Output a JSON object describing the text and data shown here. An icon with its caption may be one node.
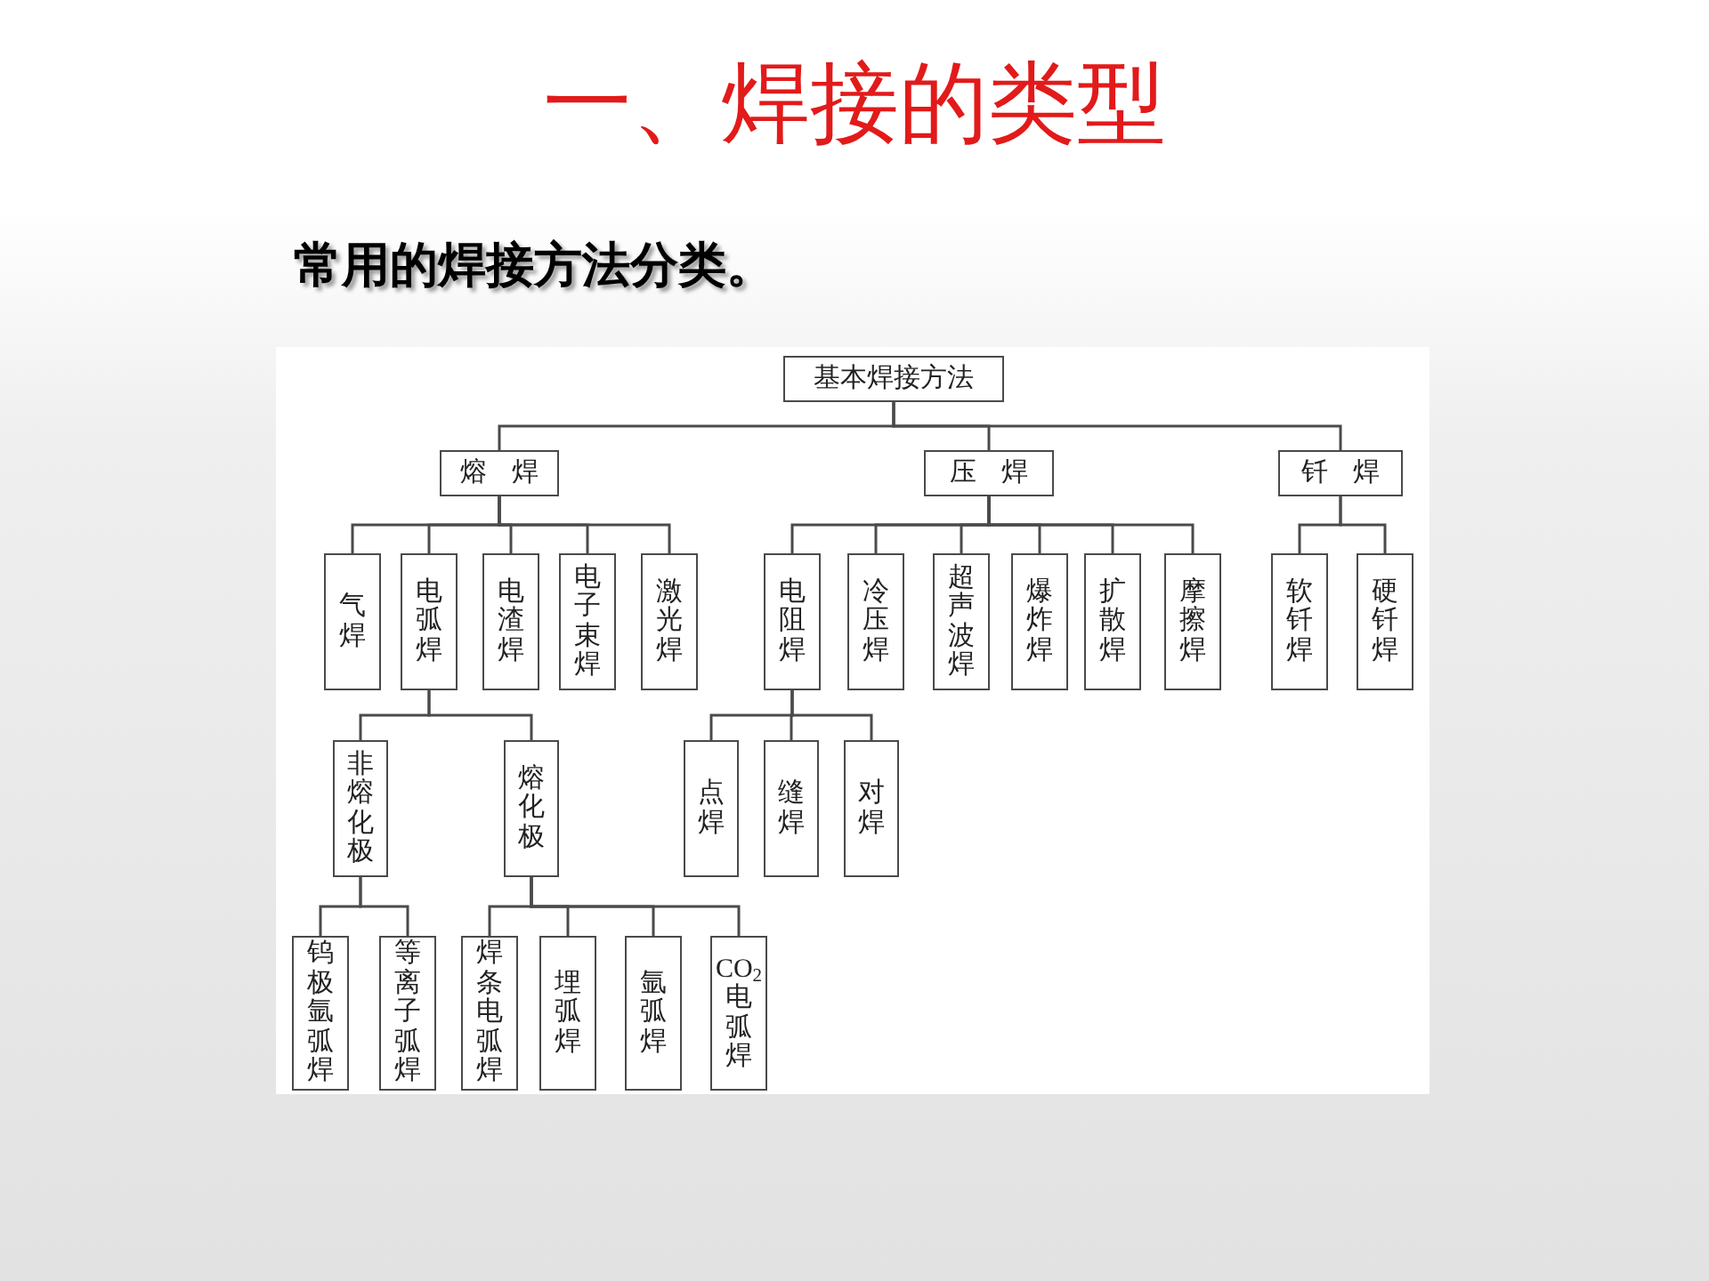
{
  "diagram": {
    "title": "一、焊接的类型",
    "nodes": [
      {
        "text": [
          "基本焊接方法"
        ]
      },
      {
        "text": [
          "熔 焊"
        ]
      },
      {
        "text": [
          "压 焊"
        ]
      },
      {
        "text": [
          "钎 焊"
        ]
      },
      {
        "text": [
          "气焊"
        ]
      },
      {
        "text": [
          "电弧焊"
        ]
      },
      {
        "text": [
          "电渣焊"
        ]
      },
      {
        "text": [
          "电子束焊"
        ]
      },
      {
        "text": [
          "激光焊"
        ]
      },
      {
        "text": [
          "电阻焊"
        ]
      },
      {
        "text": [
          "冷压焊"
        ]
      },
      {
        "text": [
          "超声波焊"
        ]
      },
      {
        "text": [
          "爆炸焊"
        ]
      },
      {
        "text": [
          "扩散焊"
        ]
      },
      {
        "text": [
          "摩擦焊"
        ]
      },
      {
        "text": [
          "软钎焊"
        ]
      },
      {
        "text": [
          "硬钎焊"
        ]
      },
      {
        "text": [
          "非熔化极"
        ]
      },
      {
        "text": [
          "熔化极"
        ]
      },
      {
        "text": [
          "点焊"
        ]
      },
      {
        "text": [
          "缝焊"
        ]
      },
      {
        "text": [
          "对焊"
        ]
      },
      {
        "text": [
          "钨极氩弧焊"
        ]
      },
      {
        "text": [
          "等离子弧焊"
        ]
      },
      {
        "text": [
          "焊条电弧焊"
        ]
      },
      {
        "text": [
          "埋弧焊"
        ]
      },
      {
        "text": [
          "氩弧焊"
        ]
      },
      {
        "text": [
          "CO$_{2}$电弧焊"
        ]
      }
    ],
    "edges": [
      {
        "from": 0,
        "to": 1,
        "arrow": "none"
      },
      {
        "from": 0,
        "to": 2,
        "arrow": "none"
      },
      {
        "from": 0,
        "to": 3,
        "arrow": "none"
      },
      {
        "from": 1,
        "to": 4,
        "arrow": "none"
      },
      {
        "from": 1,
        "to": 5,
        "arrow": "none"
      },
      {
        "from": 1,
        "to": 6,
        "arrow": "none"
      },
      {
        "from": 1,
        "to": 7,
        "arrow": "none"
      },
      {
        "from": 1,
        "to": 8,
        "arrow": "none"
      },
      {
        "from": 2,
        "to": 9,
        "arrow": "none"
      },
      {
        "from": 2,
        "to": 10,
        "arrow": "none"
      },
      {
        "from": 2,
        "to": 11,
        "arrow": "none"
      },
      {
        "from": 2,
        "to": 12,
        "arrow": "none"
      },
      {
        "from": 2,
        "to": 13,
        "arrow": "none"
      },
      {
        "from": 2,
        "to": 14,
        "arrow": "none"
      },
      {
        "from": 3,
        "to": 15,
        "arrow": "none"
      },
      {
        "from": 3,
        "to": 16,
        "arrow": "none"
      },
      {
        "from": 5,
        "to": 17,
        "arrow": "none"
      },
      {
        "from": 5,
        "to": 18,
        "arrow": "none"
      },
      {
        "from": 9,
        "to": 19,
        "arrow": "none"
      },
      {
        "from": 9,
        "to": 20,
        "arrow": "none"
      },
      {
        "from": 9,
        "to": 21,
        "arrow": "none"
      },
      {
        "from": 17,
        "to": 22,
        "arrow": "none"
      },
      {
        "from": 17,
        "to": 23,
        "arrow": "none"
      },
      {
        "from": 18,
        "to": 24,
        "arrow": "none"
      },
      {
        "from": 18,
        "to": 25,
        "arrow": "none"
      },
      {
        "from": 18,
        "to": 26,
        "arrow": "none"
      },
      {
        "from": 18,
        "to": 27,
        "arrow": "none"
      }
    ],
    "labels": [
      "常用的焊接方法分类。"
    ]
  }
}
